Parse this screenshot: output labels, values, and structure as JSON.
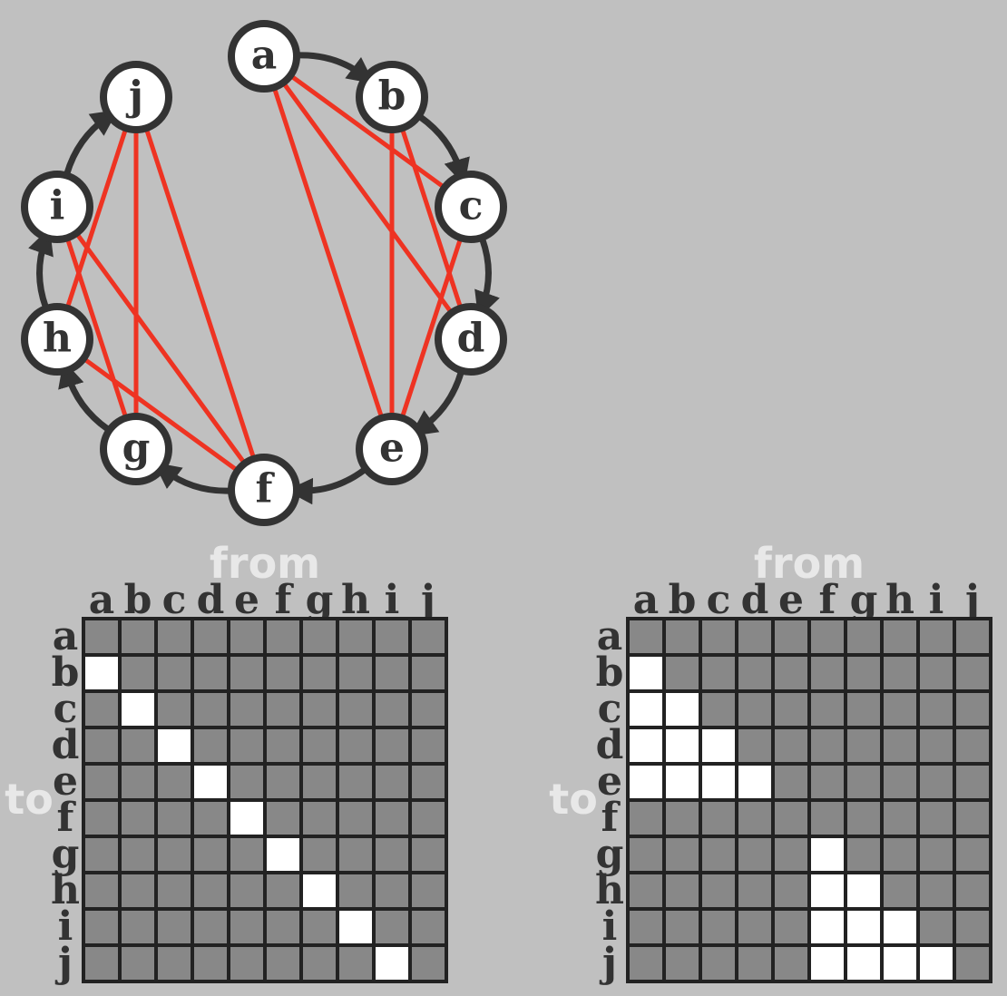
{
  "graph": {
    "nodes": [
      "a",
      "b",
      "c",
      "d",
      "e",
      "f",
      "g",
      "h",
      "i",
      "j"
    ],
    "cycle_edges": [
      [
        "a",
        "b"
      ],
      [
        "b",
        "c"
      ],
      [
        "c",
        "d"
      ],
      [
        "d",
        "e"
      ],
      [
        "e",
        "f"
      ],
      [
        "f",
        "g"
      ],
      [
        "g",
        "h"
      ],
      [
        "h",
        "i"
      ],
      [
        "i",
        "j"
      ]
    ],
    "chord_edges": [
      [
        "a",
        "c"
      ],
      [
        "a",
        "d"
      ],
      [
        "a",
        "e"
      ],
      [
        "b",
        "d"
      ],
      [
        "b",
        "e"
      ],
      [
        "c",
        "e"
      ],
      [
        "f",
        "h"
      ],
      [
        "f",
        "i"
      ],
      [
        "f",
        "j"
      ],
      [
        "g",
        "i"
      ],
      [
        "g",
        "j"
      ],
      [
        "h",
        "j"
      ]
    ],
    "node_fill": "#ffffff",
    "node_stroke": "#333333",
    "cycle_color": "#333333",
    "chord_color": "#ee3322"
  },
  "matrices": [
    {
      "id": "left",
      "col_title": "from",
      "row_title": "to",
      "labels": [
        "a",
        "b",
        "c",
        "d",
        "e",
        "f",
        "g",
        "h",
        "i",
        "j"
      ],
      "filled": [
        [
          1,
          0
        ],
        [
          2,
          1
        ],
        [
          3,
          2
        ],
        [
          4,
          3
        ],
        [
          5,
          4
        ],
        [
          6,
          5
        ],
        [
          7,
          6
        ],
        [
          8,
          7
        ],
        [
          9,
          8
        ]
      ]
    },
    {
      "id": "right",
      "col_title": "from",
      "row_title": "to",
      "labels": [
        "a",
        "b",
        "c",
        "d",
        "e",
        "f",
        "g",
        "h",
        "i",
        "j"
      ],
      "filled": [
        [
          1,
          0
        ],
        [
          2,
          0
        ],
        [
          2,
          1
        ],
        [
          3,
          0
        ],
        [
          3,
          1
        ],
        [
          3,
          2
        ],
        [
          4,
          0
        ],
        [
          4,
          1
        ],
        [
          4,
          2
        ],
        [
          4,
          3
        ],
        [
          6,
          5
        ],
        [
          7,
          5
        ],
        [
          7,
          6
        ],
        [
          8,
          5
        ],
        [
          8,
          6
        ],
        [
          8,
          7
        ],
        [
          9,
          5
        ],
        [
          9,
          6
        ],
        [
          9,
          7
        ],
        [
          9,
          8
        ]
      ]
    }
  ],
  "colors": {
    "background": "#c0c0c0",
    "cell_empty": "#888888",
    "cell_filled": "#ffffff",
    "grid_line": "#222222",
    "label": "#333333",
    "title": "#e8e8e8"
  }
}
